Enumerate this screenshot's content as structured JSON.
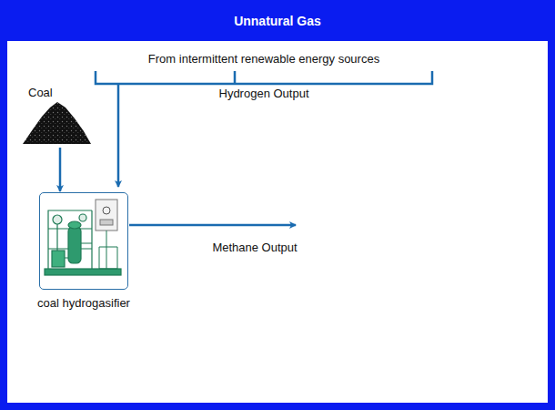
{
  "diagram": {
    "title": "Unnatural Gas",
    "nodes": [
      {
        "text": [
          "Coal"
        ]
      },
      {
        "text": [
          "coal hydrogasifier"
        ]
      }
    ],
    "edges": [
      {
        "from": 0,
        "to": 1,
        "arrow": "to"
      }
    ],
    "labels": [
      "From intermittent renewable energy sources",
      "Hydrogen Output",
      "Methane Output"
    ]
  }
}
